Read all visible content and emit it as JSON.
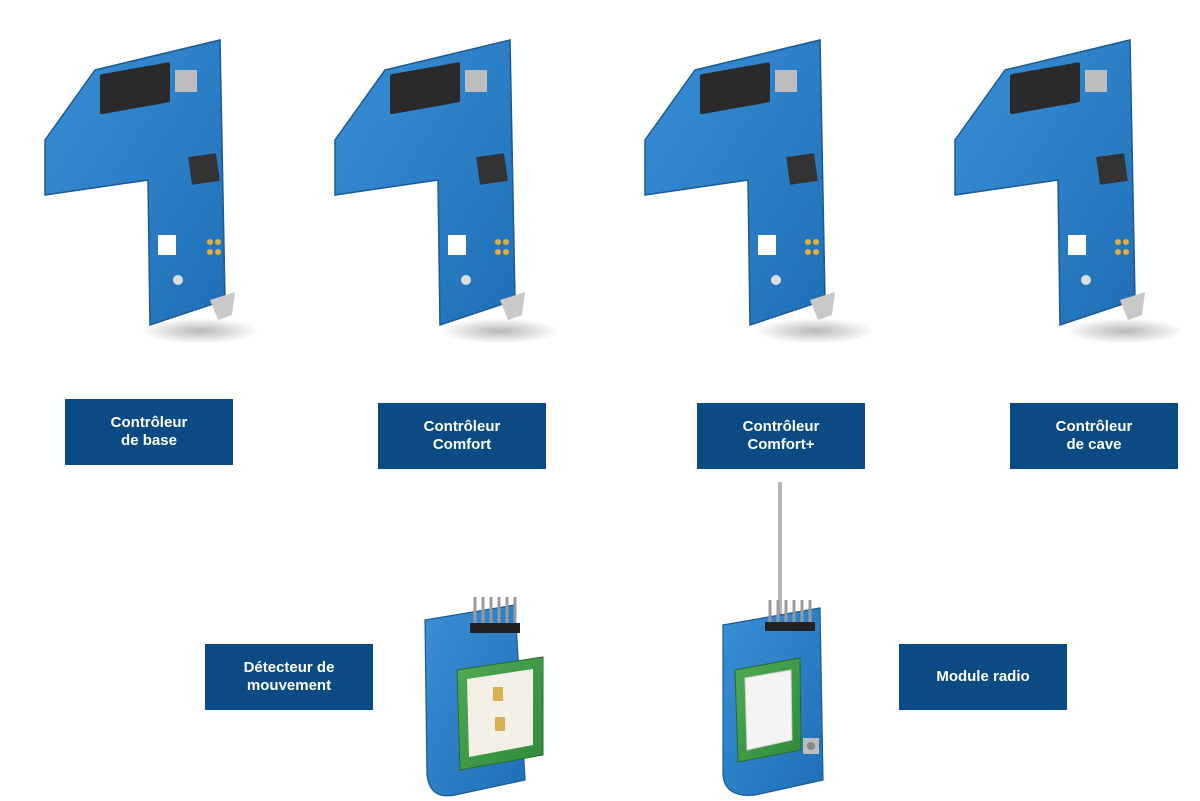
{
  "colors": {
    "label_bg": "#0b4a82",
    "label_text": "#ffffff",
    "pcb_blue": "#2a7fc9",
    "pcb_green": "#3f9a45"
  },
  "controllers": [
    {
      "line1": "Contrôleur",
      "line2": "de base"
    },
    {
      "line1": "Contrôleur",
      "line2": "Comfort"
    },
    {
      "line1": "Contrôleur",
      "line2": "Comfort+"
    },
    {
      "line1": "Contrôleur",
      "line2": "de cave"
    }
  ],
  "modules": [
    {
      "line1": "Détecteur de",
      "line2": "mouvement"
    },
    {
      "line1": "Module radio",
      "line2": ""
    }
  ]
}
